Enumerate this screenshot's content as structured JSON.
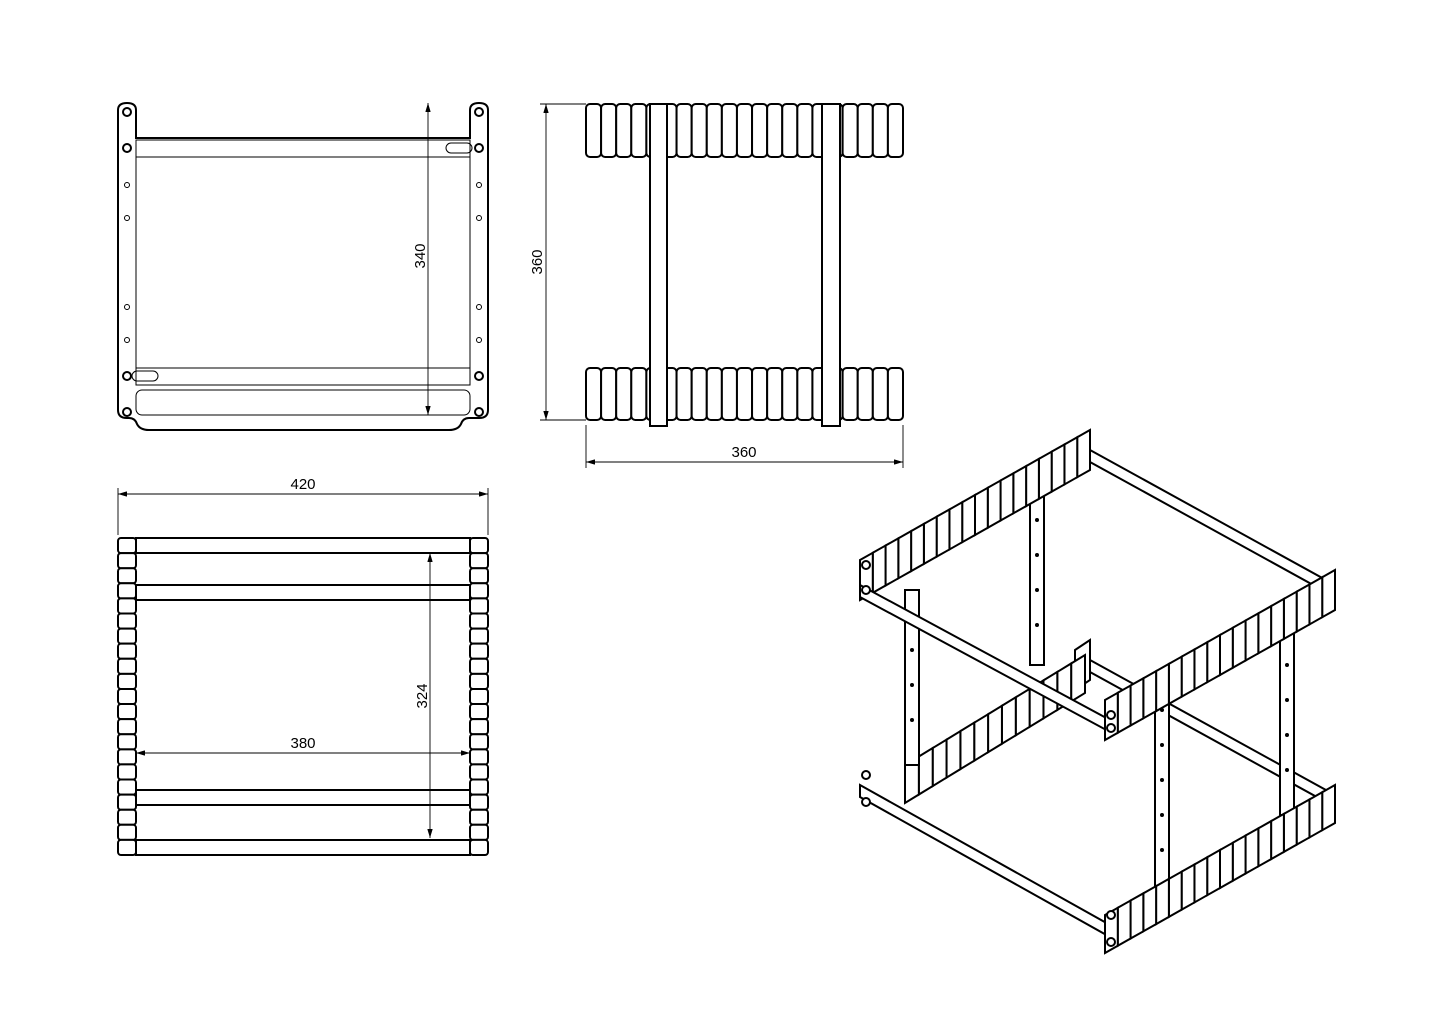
{
  "drawing": {
    "front_view": {
      "height_dimension": "340"
    },
    "side_view": {
      "height_dimension": "360",
      "width_dimension": "360"
    },
    "top_view": {
      "width_dimension": "420",
      "inner_width_dimension": "380",
      "depth_dimension": "324"
    },
    "isometric_view": {
      "slat_count": 18
    }
  },
  "colors": {
    "line": "#000000",
    "background": "#ffffff"
  }
}
